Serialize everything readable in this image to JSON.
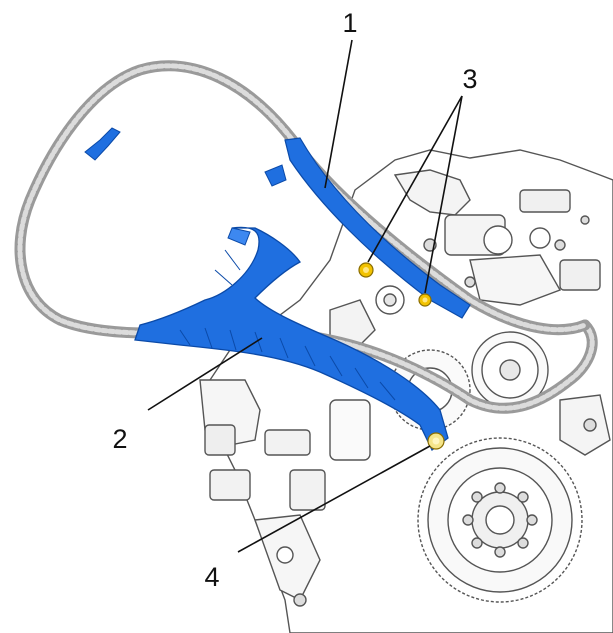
{
  "callouts": [
    {
      "label": "1"
    },
    {
      "label": "3"
    },
    {
      "label": "2"
    },
    {
      "label": "4"
    }
  ],
  "colors": {
    "guide_blue": "#1f6fe0",
    "bolt_yellow": "#f2c200",
    "chain_gray": "#9a9a9a",
    "engine_line": "#555555"
  }
}
